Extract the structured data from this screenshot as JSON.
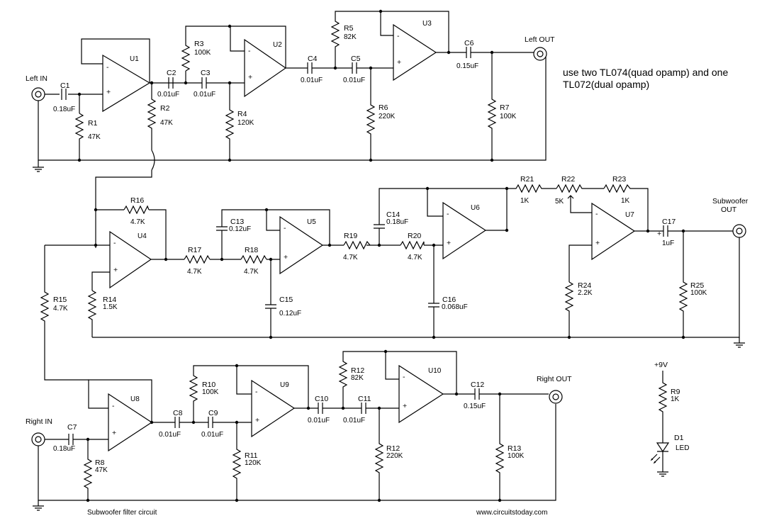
{
  "note": {
    "line1": "use two TL074(quad opamp) and one",
    "line2": "TL072(dual opamp)"
  },
  "footer": {
    "caption": "Subwoofer filter circuit",
    "website": "www.circuitstoday.com"
  },
  "ports": {
    "left_in": "Left IN",
    "left_out": "Left OUT",
    "right_in": "Right IN",
    "right_out": "Right OUT",
    "sub_out_1": "Subwoofer",
    "sub_out_2": "OUT",
    "vcc": "+9V"
  },
  "opamps": [
    "U1",
    "U2",
    "U3",
    "U4",
    "U5",
    "U6",
    "U7",
    "U8",
    "U9",
    "U10"
  ],
  "components": {
    "C1": {
      "ref": "C1",
      "value": "0.18uF"
    },
    "C2": {
      "ref": "C2",
      "value": "0.01uF"
    },
    "C3": {
      "ref": "C3",
      "value": "0.01uF"
    },
    "C4": {
      "ref": "C4",
      "value": "0.01uF"
    },
    "C5": {
      "ref": "C5",
      "value": "0.01uF"
    },
    "C6": {
      "ref": "C6",
      "value": "0.15uF"
    },
    "C7": {
      "ref": "C7",
      "value": "0.18uF"
    },
    "C8": {
      "ref": "C8",
      "value": "0.01uF"
    },
    "C9": {
      "ref": "C9",
      "value": "0.01uF"
    },
    "C10": {
      "ref": "C10",
      "value": "0.01uF"
    },
    "C11": {
      "ref": "C11",
      "value": "0.01uF"
    },
    "C12": {
      "ref": "C12",
      "value": "0.15uF"
    },
    "C13": {
      "ref": "C13",
      "value": "0.12uF"
    },
    "C14": {
      "ref": "C14",
      "value": "0.18uF"
    },
    "C15": {
      "ref": "C15",
      "value": "0.12uF"
    },
    "C16": {
      "ref": "C16",
      "value": "0.068uF"
    },
    "C17": {
      "ref": "C17",
      "value": "1uF"
    },
    "R1": {
      "ref": "R1",
      "value": "47K"
    },
    "R2": {
      "ref": "R2",
      "value": "47K"
    },
    "R3": {
      "ref": "R3",
      "value": "100K"
    },
    "R4": {
      "ref": "R4",
      "value": "120K"
    },
    "R5": {
      "ref": "R5",
      "value": "82K"
    },
    "R6": {
      "ref": "R6",
      "value": "220K"
    },
    "R7": {
      "ref": "R7",
      "value": "100K"
    },
    "R8": {
      "ref": "R8",
      "value": "47K"
    },
    "R9": {
      "ref": "R9",
      "value": "1K"
    },
    "R10": {
      "ref": "R10",
      "value": "100K"
    },
    "R11": {
      "ref": "R11",
      "value": "120K"
    },
    "R12a": {
      "ref": "R12",
      "value": "82K"
    },
    "R12b": {
      "ref": "R12",
      "value": "220K"
    },
    "R13": {
      "ref": "R13",
      "value": "100K"
    },
    "R14": {
      "ref": "R14",
      "value": "1.5K"
    },
    "R15": {
      "ref": "R15",
      "value": "4.7K"
    },
    "R16": {
      "ref": "R16",
      "value": "4.7K"
    },
    "R17": {
      "ref": "R17",
      "value": "4.7K"
    },
    "R18": {
      "ref": "R18",
      "value": "4.7K"
    },
    "R19": {
      "ref": "R19",
      "value": "4.7K"
    },
    "R20": {
      "ref": "R20",
      "value": "4.7K"
    },
    "R21": {
      "ref": "R21",
      "value": "1K"
    },
    "R22": {
      "ref": "R22",
      "value": "5K"
    },
    "R23": {
      "ref": "R23",
      "value": "1K"
    },
    "R24": {
      "ref": "R24",
      "value": "2.2K"
    },
    "R25": {
      "ref": "R25",
      "value": "100K"
    },
    "D1": {
      "ref": "D1",
      "value": "LED"
    }
  }
}
